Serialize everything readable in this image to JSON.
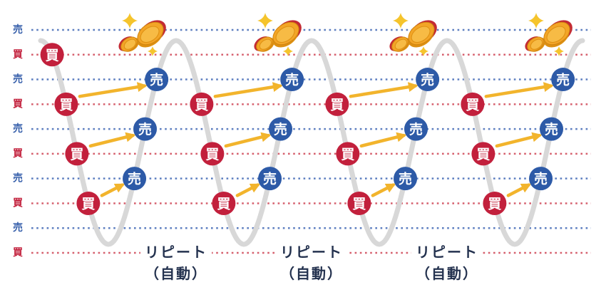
{
  "labels": {
    "buy": "買",
    "sell": "売",
    "repeat_line1": "リピート",
    "repeat_line2": "（自動）"
  },
  "axis_rows": [
    {
      "type": "sell",
      "label": "売"
    },
    {
      "type": "buy",
      "label": "買"
    },
    {
      "type": "sell",
      "label": "売"
    },
    {
      "type": "buy",
      "label": "買"
    },
    {
      "type": "sell",
      "label": "売"
    },
    {
      "type": "buy",
      "label": "買"
    },
    {
      "type": "sell",
      "label": "売"
    },
    {
      "type": "buy",
      "label": "買"
    },
    {
      "type": "sell",
      "label": "売"
    },
    {
      "type": "buy",
      "label": "買"
    }
  ],
  "cycles": [
    {
      "buys": [
        2,
        4,
        6,
        8
      ],
      "sells": [
        3,
        5,
        7
      ],
      "arrows": [
        [
          4,
          3
        ],
        [
          6,
          5
        ],
        [
          8,
          7
        ]
      ]
    },
    {
      "buys": [
        4,
        6,
        8
      ],
      "sells": [
        3,
        5,
        7
      ],
      "arrows": [
        [
          4,
          3
        ],
        [
          6,
          5
        ],
        [
          8,
          7
        ]
      ]
    },
    {
      "buys": [
        4,
        6,
        8
      ],
      "sells": [
        3,
        5,
        7
      ],
      "arrows": [
        [
          4,
          3
        ],
        [
          6,
          5
        ],
        [
          8,
          7
        ]
      ]
    },
    {
      "buys": [
        4,
        6,
        8
      ],
      "sells": [
        3,
        5,
        7
      ],
      "arrows": [
        [
          4,
          3
        ],
        [
          6,
          5
        ],
        [
          8,
          7
        ]
      ]
    }
  ],
  "repeat_labels": [
    {
      "line1": "リピート",
      "line2": "（自動）"
    },
    {
      "line1": "リピート",
      "line2": "（自動）"
    },
    {
      "line1": "リピート",
      "line2": "（自動）"
    }
  ],
  "decorations": {
    "coin_clusters": 4,
    "coins_per_cluster": 2,
    "sparkles_per_cluster": 2
  },
  "colors": {
    "buy_circle": "#c2203c",
    "sell_circle": "#2d5aa7",
    "buy_axis_text": "#c2203c",
    "sell_axis_text": "#3a62ac",
    "buy_dots": "#d6606e",
    "sell_dots": "#5d7ec0",
    "wave": "#d8d8d8",
    "arrow": "#f2b42c",
    "repeat_text": "#24324f",
    "circle_text": "#ffffff",
    "coin_gold": "#f3a527",
    "coin_face": "#f7bb45",
    "coin_edge": "#dd9012",
    "coin_accent": "#c42b33",
    "coin_outline": "#cf8410",
    "sparkle": "#f5c42c"
  }
}
